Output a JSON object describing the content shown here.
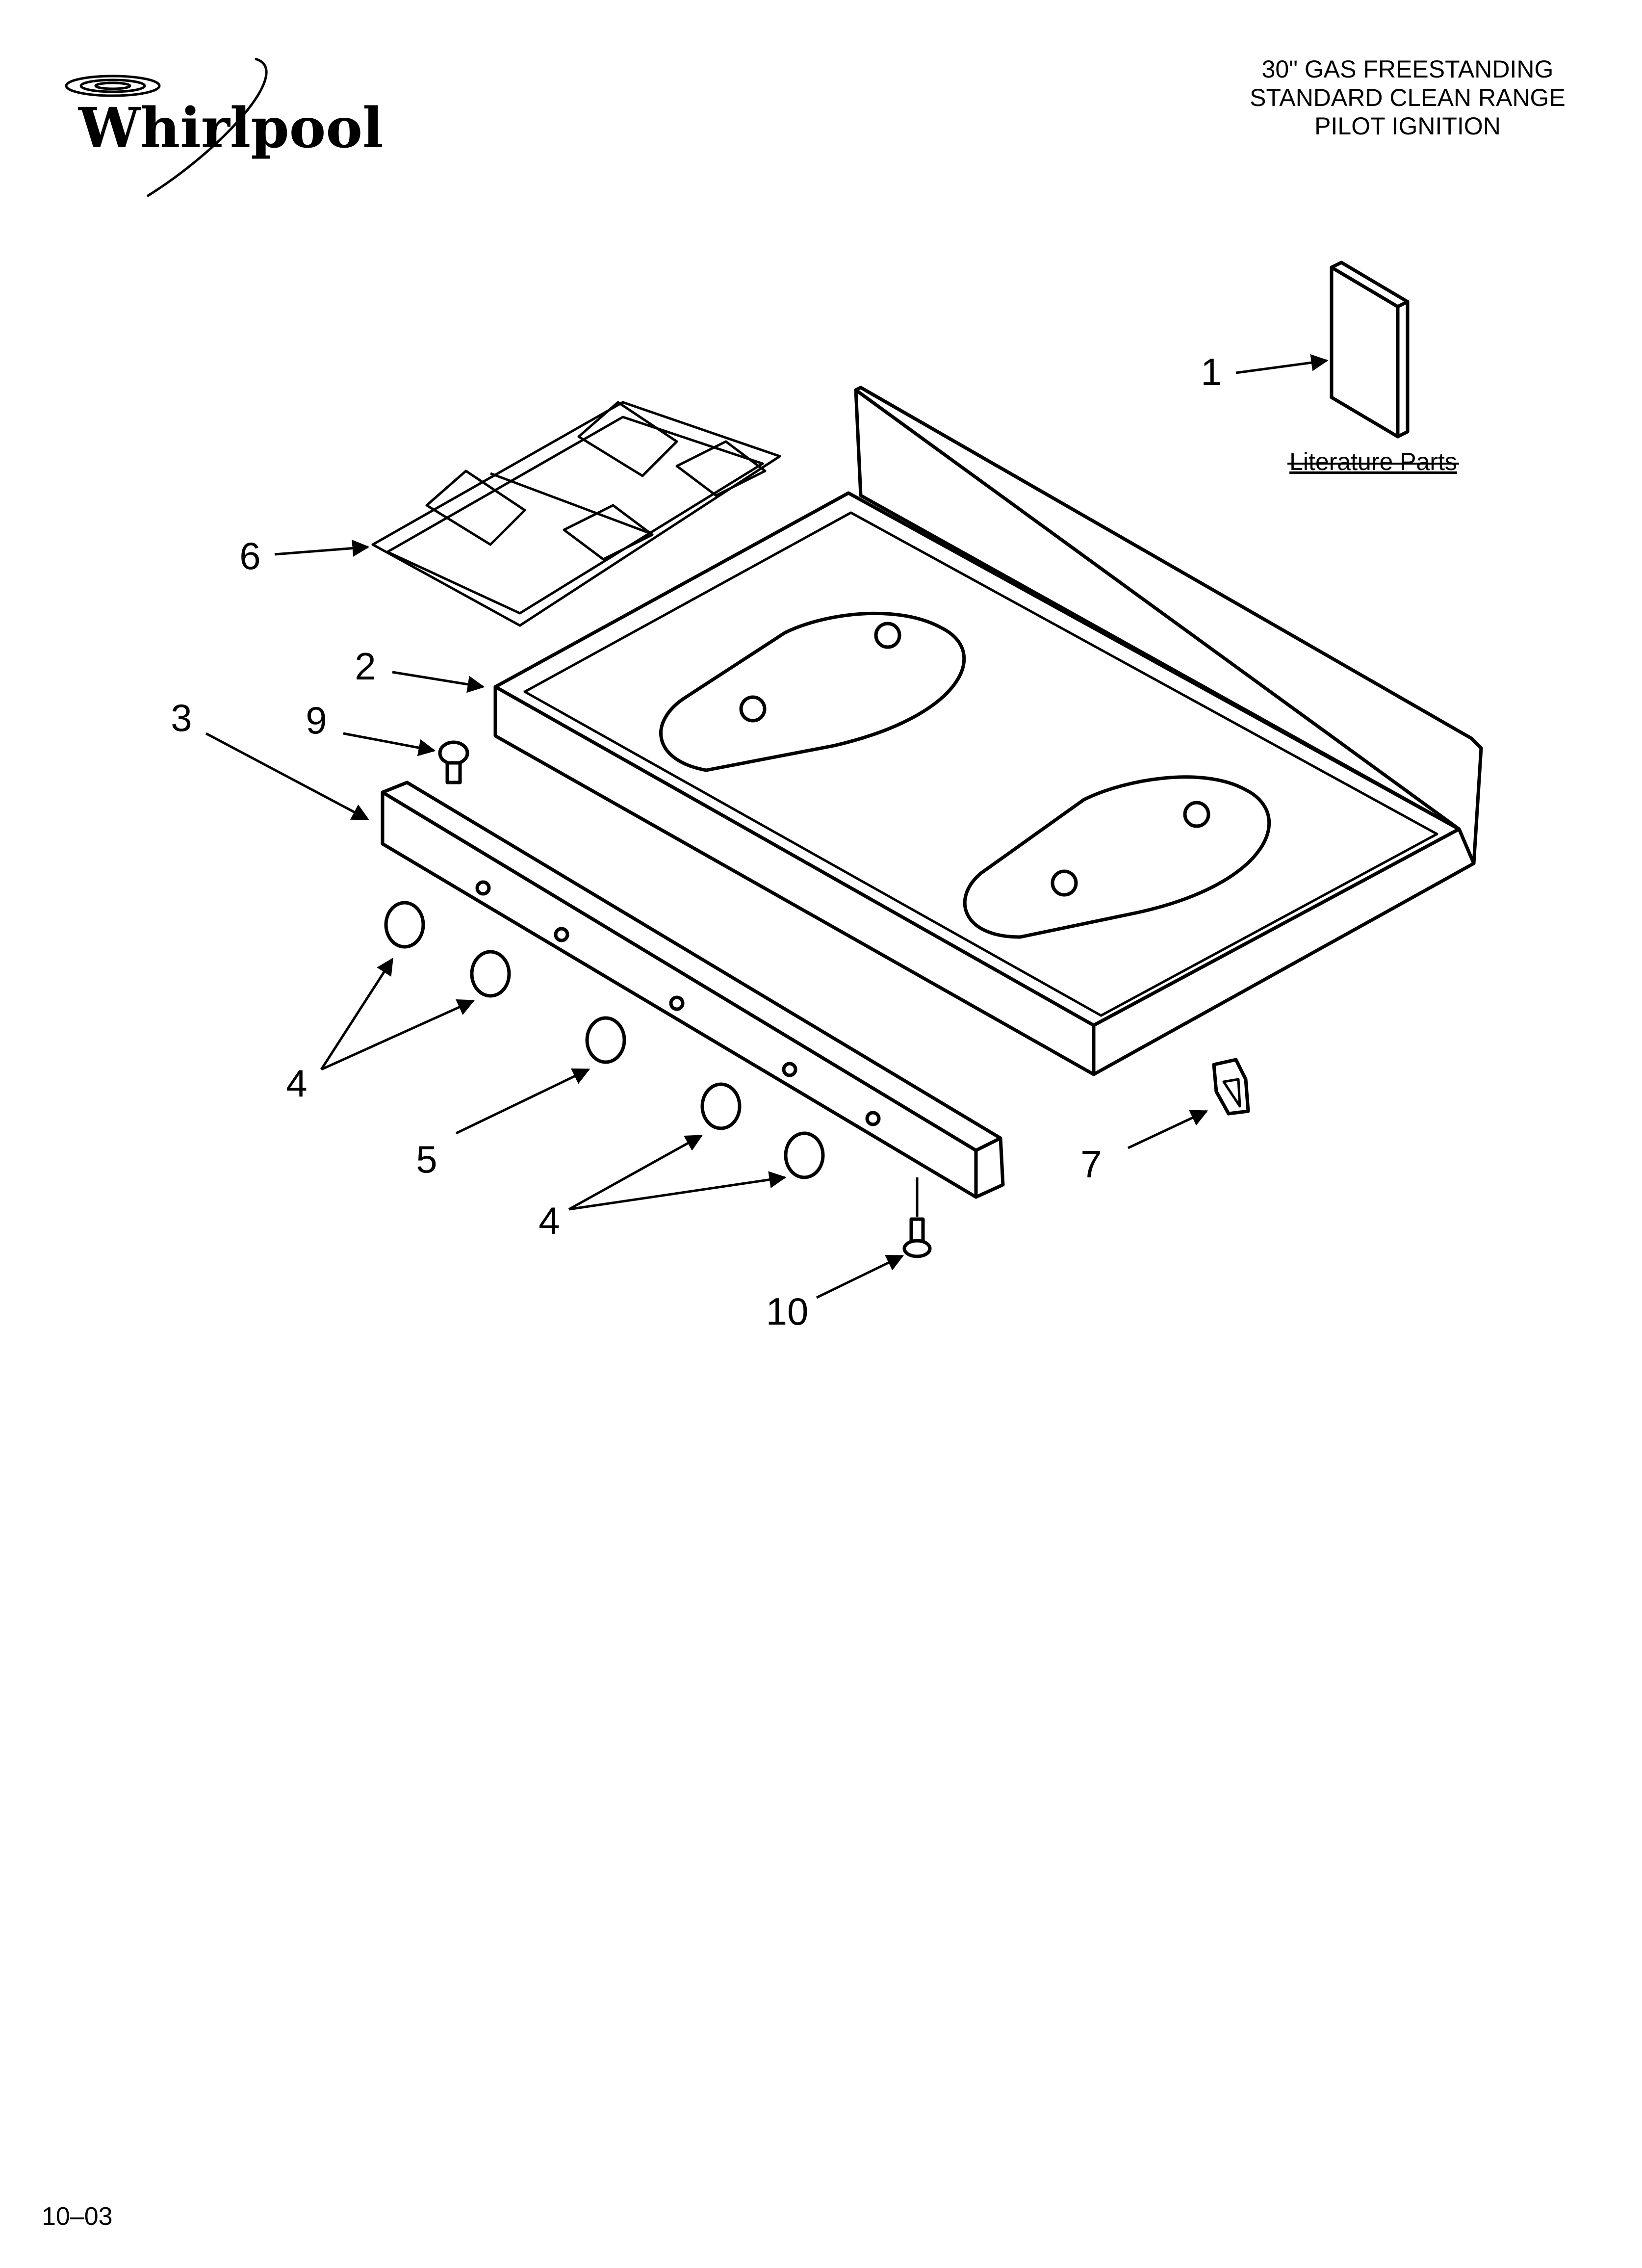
{
  "brand": {
    "name": "Whirlpool"
  },
  "title": {
    "line1": "30\" GAS FREESTANDING",
    "line2": "STANDARD CLEAN RANGE",
    "line3": "PILOT IGNITION"
  },
  "literature_label": "Literature Parts",
  "callouts": {
    "c1": "1",
    "c2": "2",
    "c3": "3",
    "c4a": "4",
    "c4b": "4",
    "c5": "5",
    "c6": "6",
    "c7": "7",
    "c9": "9",
    "c10": "10"
  },
  "footer": {
    "date_code": "10–03"
  },
  "colors": {
    "line": "#000000",
    "paper": "#ffffff"
  }
}
